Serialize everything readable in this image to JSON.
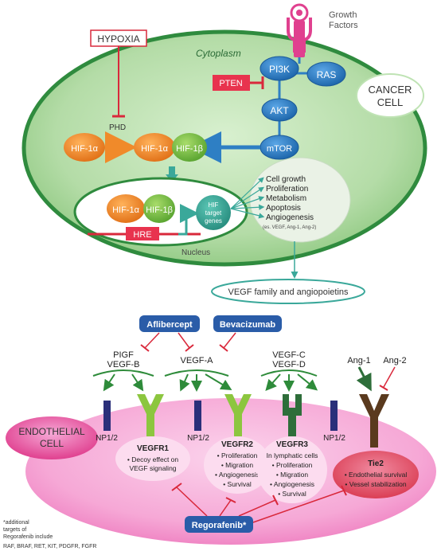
{
  "top": {
    "hypoxia": "HYPOXIA",
    "growth_factors_1": "Growth",
    "growth_factors_2": "Factors",
    "cytoplasm": "Cytoplasm",
    "cancer_cell_1": "CANCER",
    "cancer_cell_2": "CELL",
    "pi3k": "PI3K",
    "ras": "RAS",
    "pten": "PTEN",
    "akt": "AKT",
    "mtor": "mTOR",
    "phd": "PHD",
    "hif1a": "HIF-1α",
    "hif1b": "HIF-1β",
    "hre": "HRE",
    "nucleus": "Nucleus",
    "hif_target_1": "HIF",
    "hif_target_2": "target",
    "hif_target_3": "genes",
    "effects": [
      "Cell growth",
      "Proliferation",
      "Metabolism",
      "Apoptosis",
      "Angiogenesis"
    ],
    "effects_note": "(es. VEGF, Ang-1, Ang-2)",
    "vegf_family": "VEGF family and angiopoietins"
  },
  "bottom": {
    "aflibercept": "Aflibercept",
    "bevacizumab": "Bevacizumab",
    "pigf": "PIGF",
    "vegf_b": "VEGF-B",
    "vegf_a": "VEGF-A",
    "vegf_c": "VEGF-C",
    "vegf_d": "VEGF-D",
    "ang1": "Ang-1",
    "ang2": "Ang-2",
    "endothelial_1": "ENDOTHELIAL",
    "endothelial_2": "CELL",
    "np12": "NP1/2",
    "vegfr1": "VEGFR1",
    "vegfr1_items": [
      "• Decoy effect on",
      "VEGF signaling"
    ],
    "vegfr2": "VEGFR2",
    "vegfr2_items": [
      "• Proliferation",
      "• Migration",
      "• Angiogenesis",
      "• Survival"
    ],
    "vegfr3": "VEGFR3",
    "vegfr3_header": "In lymphatic cells",
    "vegfr3_items": [
      "• Proliferation",
      "• Migration",
      "• Angiogenesis",
      "• Survival"
    ],
    "tie2": "Tie2",
    "tie2_items": [
      "• Endothelial survival",
      "• Vessel stabilization"
    ],
    "regorafenib": "Regorafenib*",
    "footnote": [
      "*additional",
      "targets of",
      "Regorafenib include",
      "RAF, BRAF, RET, KIT,  PDGFR, FGFR"
    ]
  },
  "colors": {
    "cell_green": "#3a9a4a",
    "cell_light": "#bfe3b4",
    "blue_node": "#2e7fc4",
    "orange": "#f08a2a",
    "green_node": "#7cc242",
    "red": "#d9283b",
    "pink": "#f08ac8",
    "pink_dark": "#e0408f",
    "teal": "#3aa89a",
    "navy_box": "#2a5ca8",
    "receptor_blue": "#2a2f7a",
    "receptor_green": "#8cc63f",
    "receptor_dark_green": "#2e6e3a",
    "receptor_brown": "#5a3a1e"
  }
}
